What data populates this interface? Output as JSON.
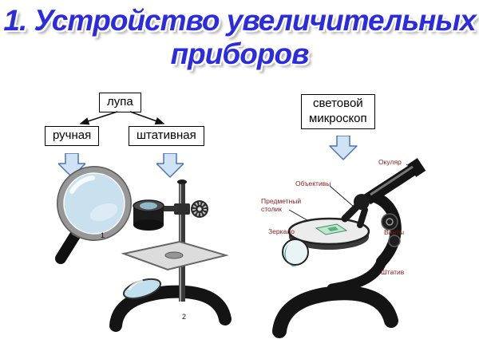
{
  "title": {
    "line1": "1. Устройство увеличительных",
    "line2": "приборов"
  },
  "scheme": {
    "lupa": "лупа",
    "ruchnaya": "ручная",
    "shtativnaya": "штативная",
    "svetovoy_line1": "световой",
    "svetovoy_line2": "микроскоп"
  },
  "figures": {
    "hand_magnifier_number": "1",
    "stand_magnifier_number": "2"
  },
  "microscope": {
    "okulyar": "Окуляр",
    "obektivy": "Объективы",
    "predmetny_line1": "Предметный",
    "predmetny_line2": "столик",
    "zerkalo": "Зеркало",
    "vinty": "Винты",
    "shtativ": "Штатив"
  },
  "colors": {
    "title": "#2b2be0",
    "label": "#8b1a1a",
    "arrow_fill": "#cfe3f5",
    "arrow_stroke": "#4a74b8"
  }
}
